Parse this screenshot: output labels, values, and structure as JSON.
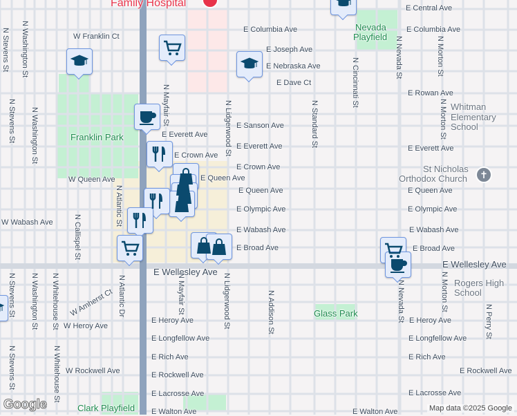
{
  "map": {
    "colors": {
      "background": "#f5f3f4",
      "road": "#dde1e8",
      "highway": "#8fa3bd",
      "park": "#c4f0d3",
      "hospital_area": "#fde8e8",
      "mall_area": "#f6efd9",
      "marker_fill": "#e4ecfb",
      "marker_border": "#6f96e0",
      "marker_icon": "#0b4a6e"
    },
    "places": {
      "hospital": "Family Hospital",
      "franklin_park": "Franklin Park",
      "nevada_playfield_1": "Nevada",
      "nevada_playfield_2": "Playfield",
      "glass_park": "Glass Park",
      "clark_playfield": "Clark Playfield",
      "whitman_1": "Whitman",
      "whitman_2": "Elementary School",
      "st_nicholas_1": "St Nicholas",
      "st_nicholas_2": "Orthodox Church",
      "rogers": "Rogers High School"
    },
    "streets": [
      "W Franklin Ct",
      "E Columbia Ave",
      "E Columbia Ave",
      "E Joseph Ave",
      "E Nebraska Ave",
      "E Central Ave",
      "E Dave Ct",
      "E Rowan Ave",
      "E Sanson Ave",
      "E Everett Ave",
      "E Everett Ave",
      "E Everett Ave",
      "E Crown Ave",
      "E Crown Ave",
      "W Queen Ave",
      "E Queen Ave",
      "E Queen Ave",
      "E Queen Ave",
      "E Olympic Ave",
      "E Olympic Ave",
      "W Wabash Ave",
      "E Wabash Ave",
      "E Wabash Ave",
      "E Broad Ave",
      "E Broad Ave",
      "E Wellesley Ave",
      "E Wellesley Ave",
      "W Amherst Ct",
      "W Heroy Ave",
      "E Heroy Ave",
      "E Heroy Ave",
      "E Longfellow Ave",
      "E Longfellow Ave",
      "E Rich Ave",
      "E Rich Ave",
      "W Rockwell Ave",
      "E Rockwell Ave",
      "E Rockwell Ave",
      "E Lacrosse Ave",
      "E Lacrosse Ave",
      "E Walton Ave",
      "E Walton Ave",
      "N Stevens St",
      "N Stevens St",
      "N Stevens St",
      "N Stevens St",
      "N Washington St",
      "N Washington St",
      "N Washington St",
      "N Whitehouse St",
      "N Whitehouse St",
      "N Callispel St",
      "N Atlantic St",
      "N Atlantic Dr",
      "N Mayfair St",
      "N Mayfair St",
      "N Lidgerwood St",
      "N Lidgerwood St",
      "N Addison St",
      "N Standard St",
      "N Cincinnati St",
      "N Nevada St",
      "N Nevada St",
      "N Morton St",
      "N Morton St",
      "N Morton St",
      "N Perry St"
    ],
    "markers": [
      "school",
      "grocery",
      "school",
      "school",
      "cafe",
      "restaurant",
      "shopping",
      "shopping",
      "shopping",
      "shopping",
      "restaurant",
      "restaurant",
      "grocery",
      "shopping",
      "shopping",
      "grocery",
      "cafe",
      "school"
    ],
    "attribution": "Map data ©2025 Google",
    "logo": "Google"
  }
}
